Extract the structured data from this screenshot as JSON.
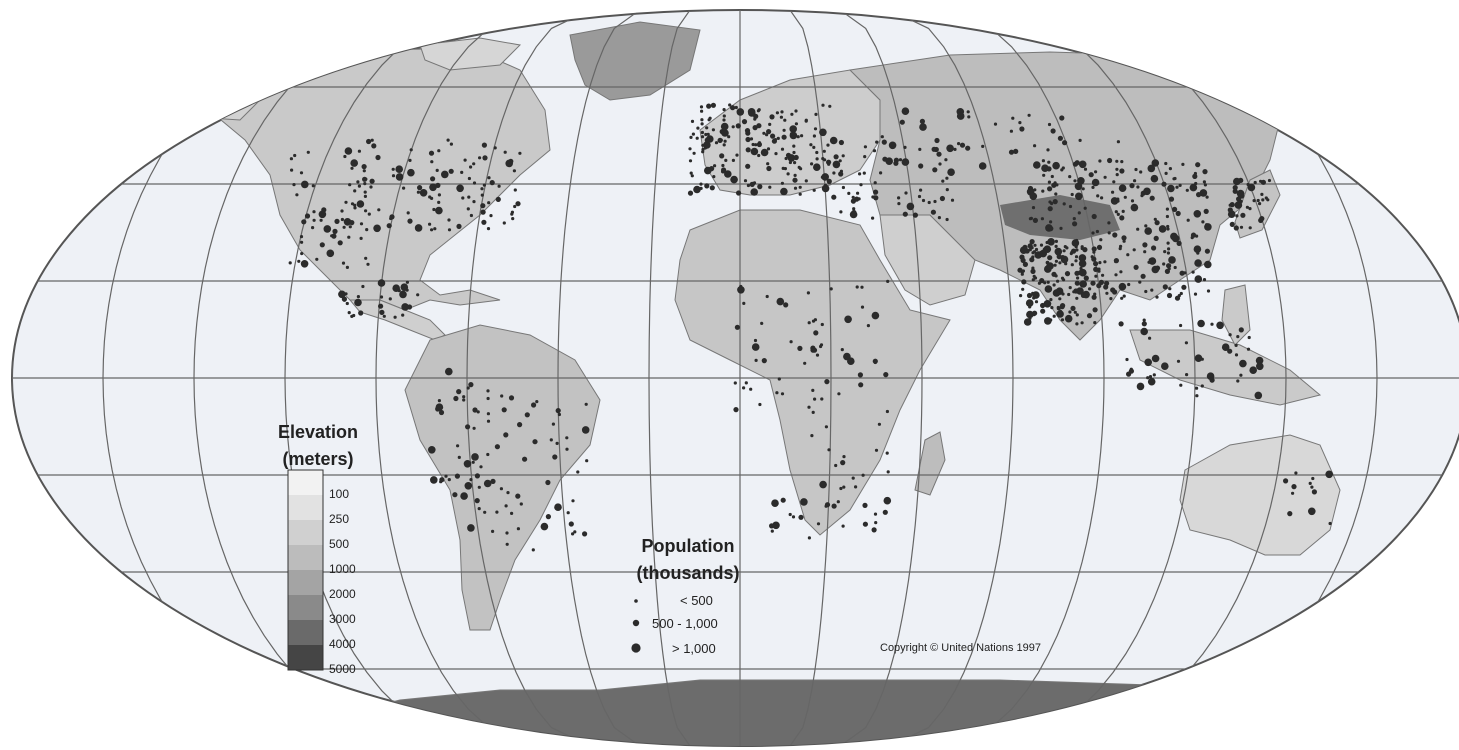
{
  "elevation_legend": {
    "title_line1": "Elevation",
    "title_line2": "(meters)",
    "levels": [
      "100",
      "250",
      "500",
      "1000",
      "2000",
      "3000",
      "4000",
      "5000"
    ],
    "level_colors": [
      "#f2f2f2",
      "#e2e2e2",
      "#d0d0d0",
      "#bcbcbc",
      "#a4a4a4",
      "#8a8a8a",
      "#6a6a6a",
      "#454545"
    ]
  },
  "population_legend": {
    "title_line1": "Population",
    "title_line2": "(thousands)",
    "classes": [
      {
        "label": "< 500",
        "symbol": "small-dot"
      },
      {
        "label": "500 - 1,000",
        "symbol": "medium-dot"
      },
      {
        "label": "> 1,000",
        "symbol": "large-dot"
      }
    ]
  },
  "copyright": "Copyright © United Nations 1997",
  "colors": {
    "ocean": "#eef1f6",
    "grid": "#666666",
    "land_low": "#e4e4e4",
    "land_mid": "#c4c4c4",
    "land_high": "#8f8f8f",
    "antarctica": "#6c6c6c",
    "city_dot": "#2b2b2b"
  }
}
